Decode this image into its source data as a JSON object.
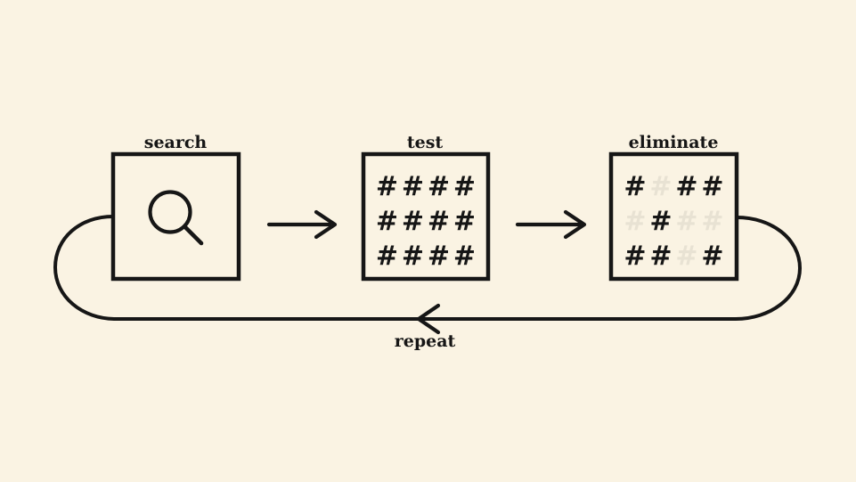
{
  "colors": {
    "background": "#FAF3E3",
    "ink": "#161616",
    "faded_hash": "#E8E2D3"
  },
  "boxes": [
    {
      "id": "search",
      "label": "search",
      "icon": "magnifier-icon"
    },
    {
      "id": "test",
      "label": "test",
      "grid": [
        [
          "#",
          "#",
          "#",
          "#"
        ],
        [
          "#",
          "#",
          "#",
          "#"
        ],
        [
          "#",
          "#",
          "#",
          "#"
        ]
      ]
    },
    {
      "id": "eliminate",
      "label": "eliminate",
      "grid": [
        [
          "#",
          "#",
          "#",
          "#"
        ],
        [
          "#",
          "#",
          "#",
          "#"
        ],
        [
          "#",
          "#",
          "#",
          "#"
        ]
      ],
      "faded": [
        [
          false,
          true,
          false,
          false
        ],
        [
          true,
          false,
          true,
          true
        ],
        [
          false,
          false,
          true,
          false
        ]
      ]
    }
  ],
  "loop": {
    "label": "repeat"
  }
}
